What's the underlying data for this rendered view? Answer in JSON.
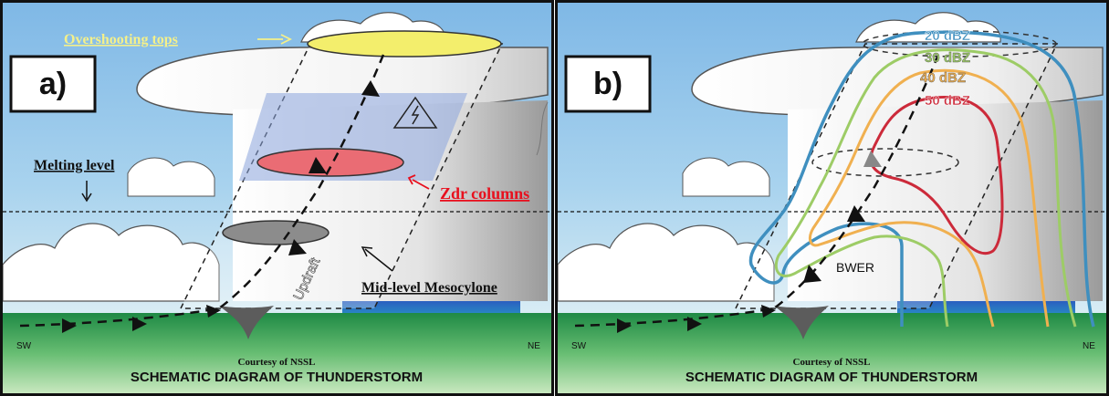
{
  "panel_a": {
    "label": "a)",
    "overshooting_label": "Overshooting tops",
    "melting_label": "Melting level",
    "zdr_label": "Zdr columns",
    "meso_label": "Mid-level Mesocylone",
    "updraft_label": "Updraft",
    "sw_label": "SW",
    "ne_label": "NE",
    "courtesy": "Courtesy of NSSL",
    "caption": "SCHEMATIC DIAGRAM OF THUNDERSTORM"
  },
  "panel_b": {
    "label": "b)",
    "dbz_20": "20 dBZ",
    "dbz_30": "30 dBZ",
    "dbz_40": "40 dBZ",
    "dbz_50": "50 dBZ",
    "bwer_label": "BWER",
    "sw_label": "SW",
    "ne_label": "NE",
    "courtesy": "Courtesy of NSSL",
    "caption": "SCHEMATIC DIAGRAM OF THUNDERSTORM"
  },
  "colors": {
    "sky": "#8fc3e8",
    "ground": "#2f9e55",
    "overshooting_text": "#f4f08a",
    "zdr_text": "#e8101e",
    "dbz_20": "#3f8fbf",
    "dbz_30": "#9dcc66",
    "dbz_40": "#f0b050",
    "dbz_50": "#cc2a3a"
  }
}
